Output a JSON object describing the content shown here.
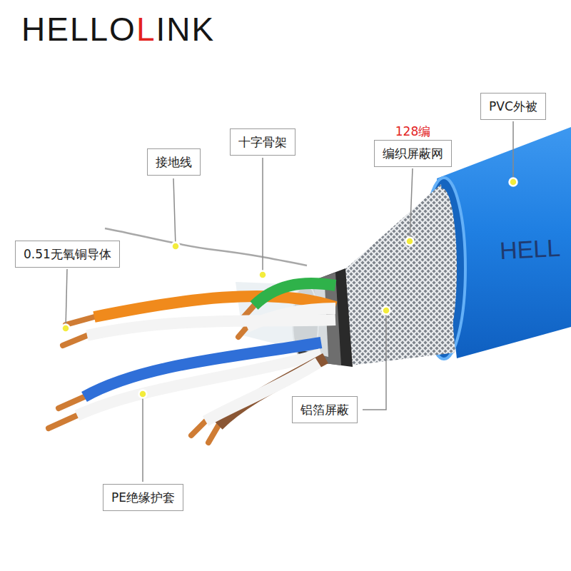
{
  "diagram": {
    "title": "HELLOLINK",
    "nodes": [
      {
        "text": [
          "PVC外被"
        ]
      },
      {
        "text": [
          "128编",
          "编织屏蔽网"
        ]
      },
      {
        "text": [
          "十字骨架"
        ]
      },
      {
        "text": [
          "接地线"
        ]
      },
      {
        "text": [
          "0.51无氧铜导体"
        ]
      },
      {
        "text": [
          "铝箔屏蔽"
        ]
      },
      {
        "text": [
          "PE绝缘护套"
        ]
      }
    ],
    "labels": [
      "HELL"
    ]
  }
}
